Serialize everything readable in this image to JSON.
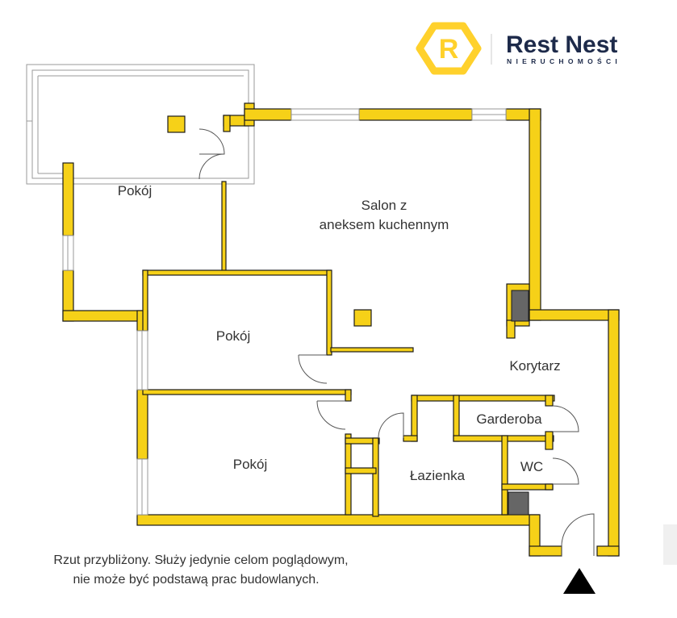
{
  "brand": {
    "name": "Rest Nest",
    "subtitle": "NIERUCHOMOŚCI",
    "logo_letter": "R",
    "color_dark": "#1d2a4a",
    "color_accent": "#ffd12c"
  },
  "colors": {
    "wall": "#f6d118",
    "wall_outline": "#1a1a1a",
    "shaft": "#666666",
    "window": "#ffffff"
  },
  "rooms": {
    "pokoj_top": "Pokój",
    "salon_line1": "Salon z",
    "salon_line2": "aneksem kuchennym",
    "pokoj_middle": "Pokój",
    "korytarz": "Korytarz",
    "garderoba": "Garderoba",
    "wc": "WC",
    "pokoj_bottom": "Pokój",
    "lazienka": "Łazienka"
  },
  "disclaimer": {
    "line1": "Rzut przybliżony. Służy jedynie celom poglądowym,",
    "line2": "nie może być podstawą prac budowlanych."
  },
  "entrance_icon": "entrance-arrow-icon"
}
